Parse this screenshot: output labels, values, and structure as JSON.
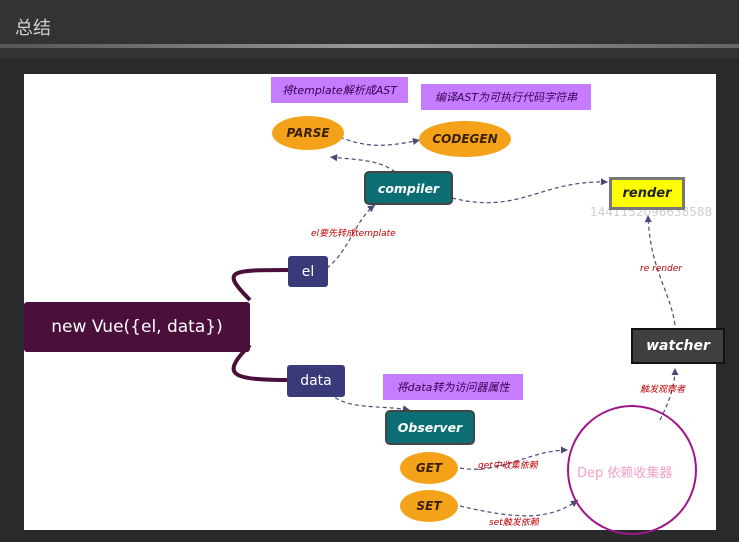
{
  "header": {
    "title": "总结"
  },
  "watermark": "1441152096638588",
  "nodes": {
    "root": "new Vue({el, data})",
    "el": "el",
    "data": "data",
    "parse": "PARSE",
    "codegen": "CODEGEN",
    "compiler": "compiler",
    "render": "render",
    "watcher": "watcher",
    "observer": "Observer",
    "get": "GET",
    "set": "SET",
    "dep": "Dep 依赖收集器"
  },
  "notes": {
    "parse": "将template解析成AST",
    "codegen": "编译AST为可执行代码字符串",
    "observer": "将data转为访问器属性"
  },
  "edge_labels": {
    "el_to_compiler": "el要先转成template",
    "watcher_to_render": "re render",
    "dep_to_watcher": "触发观察者",
    "get_to_dep": "get中收集依赖",
    "set_to_dep": "set触发依赖"
  },
  "colors": {
    "note": "#c57cff",
    "oval": "#f4a21a",
    "teal": "#0b6e75",
    "navy": "#3a3a7a",
    "root": "#4a0f3a",
    "render": "#ffff00",
    "watcher": "#3f3f3f",
    "dep_circle": "#a0158a",
    "edge_label": "#c00000"
  }
}
